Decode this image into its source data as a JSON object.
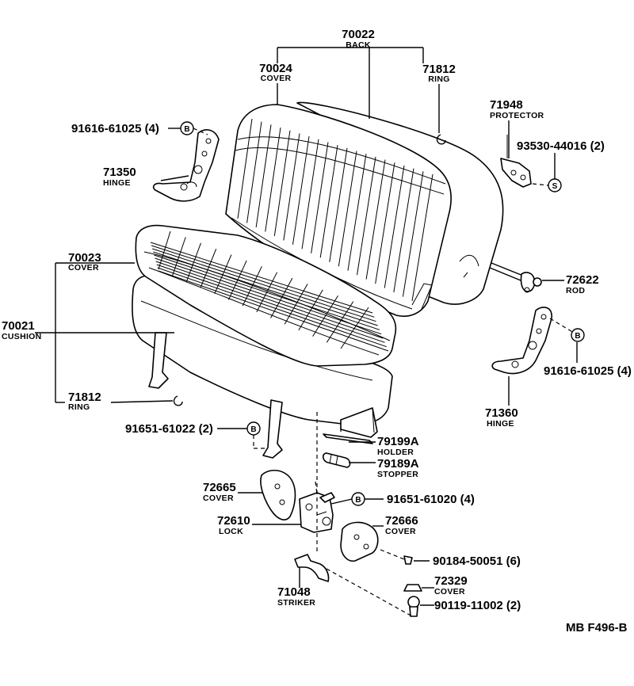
{
  "callouts": {
    "back_no": "70022",
    "back_lbl": "BACK",
    "back_cover_no": "70024",
    "back_cover_lbl": "COVER",
    "ring_top_no": "71812",
    "ring_top_lbl": "RING",
    "protector_no": "71948",
    "protector_lbl": "PROTECTOR",
    "screw_protector": "93530-44016 (2)",
    "bolt_hinge_l": "91616-61025 (4)",
    "hinge_l_no": "71350",
    "hinge_l_lbl": "HINGE",
    "cushion_cover_no": "70023",
    "cushion_cover_lbl": "COVER",
    "rod_no": "72622",
    "rod_lbl": "ROD",
    "cushion_no": "70021",
    "cushion_lbl": "CUSHION",
    "bolt_hinge_r": "91616-61025 (4)",
    "ring_bot_no": "71812",
    "ring_bot_lbl": "RING",
    "hinge_r_no": "71360",
    "hinge_r_lbl": "HINGE",
    "bolt_leg": "91651-61022 (2)",
    "holder_no": "79199A",
    "holder_lbl": "HOLDER",
    "stopper_no": "79189A",
    "stopper_lbl": "STOPPER",
    "lock_cover_l_no": "72665",
    "lock_cover_l_lbl": "COVER",
    "bolt_lock": "91651-61020 (4)",
    "lock_no": "72610",
    "lock_lbl": "LOCK",
    "lock_cover_r_no": "72666",
    "lock_cover_r_lbl": "COVER",
    "screw_cover": "90184-50051 (6)",
    "cap_no": "72329",
    "cap_lbl": "COVER",
    "striker_no": "71048",
    "striker_lbl": "STRIKER",
    "bolt_striker": "90119-11002 (2)",
    "marker_b": "B",
    "marker_s": "S",
    "diagram_code": "MB  F496-B"
  }
}
